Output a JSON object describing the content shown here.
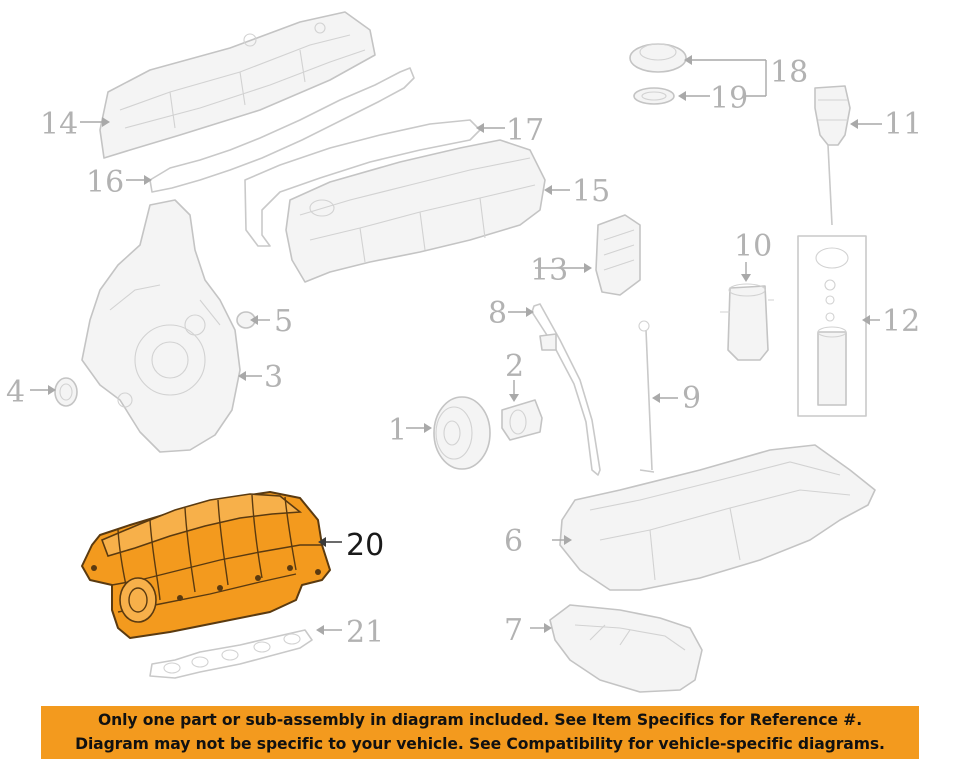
{
  "diagram": {
    "callouts": [
      {
        "id": "1",
        "label": "1"
      },
      {
        "id": "2",
        "label": "2"
      },
      {
        "id": "3",
        "label": "3"
      },
      {
        "id": "4",
        "label": "4"
      },
      {
        "id": "5",
        "label": "5"
      },
      {
        "id": "6",
        "label": "6"
      },
      {
        "id": "7",
        "label": "7"
      },
      {
        "id": "8",
        "label": "8"
      },
      {
        "id": "9",
        "label": "9"
      },
      {
        "id": "10",
        "label": "10"
      },
      {
        "id": "11",
        "label": "11"
      },
      {
        "id": "12",
        "label": "12"
      },
      {
        "id": "13",
        "label": "13"
      },
      {
        "id": "14",
        "label": "14"
      },
      {
        "id": "15",
        "label": "15"
      },
      {
        "id": "16",
        "label": "16"
      },
      {
        "id": "17",
        "label": "17"
      },
      {
        "id": "18",
        "label": "18"
      },
      {
        "id": "19",
        "label": "19"
      },
      {
        "id": "20",
        "label": "20",
        "highlighted": true
      },
      {
        "id": "21",
        "label": "21"
      }
    ],
    "highlight_color": "#f39a1e",
    "line_color": "#c9c9c9",
    "label_color": "#b2b2b2"
  },
  "banner": {
    "line1": "Only one part or sub-assembly in diagram included. See Item Specifics for Reference #.",
    "line2": "Diagram may not be specific to your vehicle. See Compatibility for vehicle-specific diagrams.",
    "background": "#f39a1e",
    "text_color": "#111111"
  }
}
